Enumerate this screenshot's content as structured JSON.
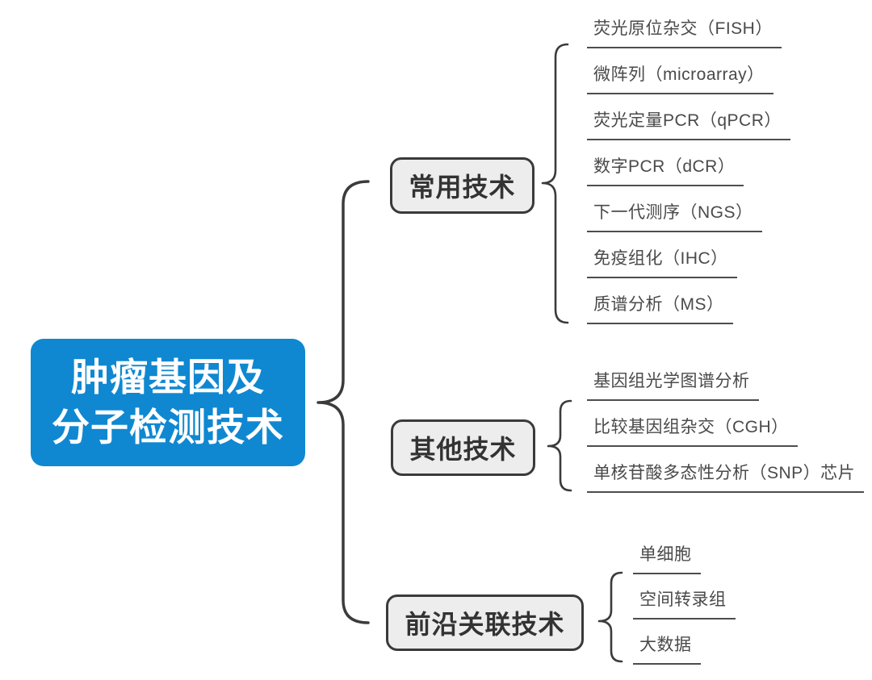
{
  "root": {
    "line1": "肿瘤基因及",
    "line2": "分子检测技术"
  },
  "branches": [
    {
      "label": "常用技术",
      "children": [
        "荧光原位杂交（FISH）",
        "微阵列（microarray）",
        "荧光定量PCR（qPCR）",
        "数字PCR（dCR）",
        "下一代测序（NGS）",
        "免疫组化（IHC）",
        "质谱分析（MS）"
      ]
    },
    {
      "label": "其他技术",
      "children": [
        "基因组光学图谱分析",
        "比较基因组杂交（CGH）",
        "单核苷酸多态性分析（SNP）芯片"
      ]
    },
    {
      "label": "前沿关联技术",
      "children": [
        "单细胞",
        "空间转录组",
        "大数据"
      ]
    }
  ],
  "colors": {
    "background": "#FFFFFF",
    "root_bg": "#0F88D1",
    "root_text": "#FFFFFF",
    "branch_bg": "#EDEDED",
    "branch_border": "#3A3A3A",
    "branch_text": "#333333",
    "leaf_text": "#4A4A4A",
    "leaf_underline": "#4D4D4D",
    "brace_stroke": "#3B3B3B"
  }
}
